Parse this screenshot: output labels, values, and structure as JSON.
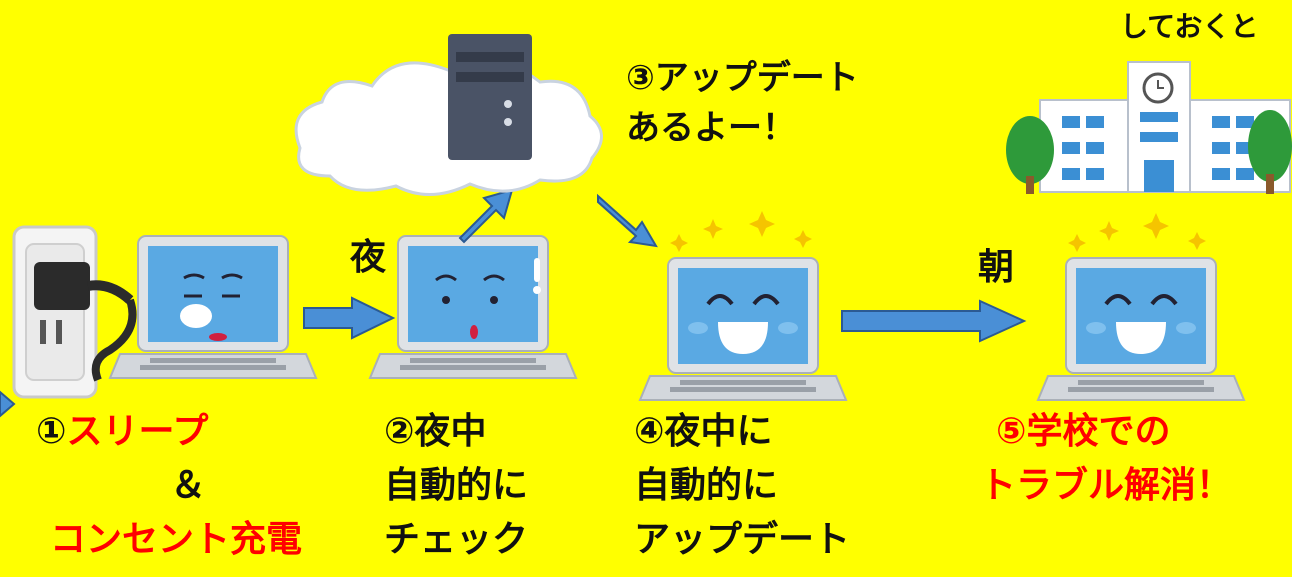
{
  "colors": {
    "background": "#ffff00",
    "arrow_fill": "#4a8fd6",
    "arrow_stroke": "#2b5a93",
    "screen": "#5aa9e3",
    "laptop_body": "#d9dde1",
    "text_black": "#111111",
    "text_red": "#ff0000",
    "server": "#4a5366",
    "tree": "#2e9a3a"
  },
  "top_right": {
    "text": "しておくと"
  },
  "night_label": "夜",
  "morning_label": "朝",
  "cloud_caption": {
    "line1": "③アップデート",
    "line2": "あるよー！"
  },
  "step1": {
    "prefix": "①",
    "title": "スリープ",
    "connector": "＆",
    "detail": "コンセント充電"
  },
  "step2": {
    "line1": "②夜中",
    "line2": "自動的に",
    "line3": "チェック"
  },
  "step4": {
    "line1": "④夜中に",
    "line2": "自動的に",
    "line3": "アップデート"
  },
  "step5": {
    "line1": "⑤学校での",
    "line2": "トラブル解消！"
  },
  "icons": {
    "outlet": "power-outlet-icon",
    "laptop": "laptop-icon",
    "server": "server-icon",
    "cloud": "cloud-icon",
    "school": "school-building-icon"
  }
}
